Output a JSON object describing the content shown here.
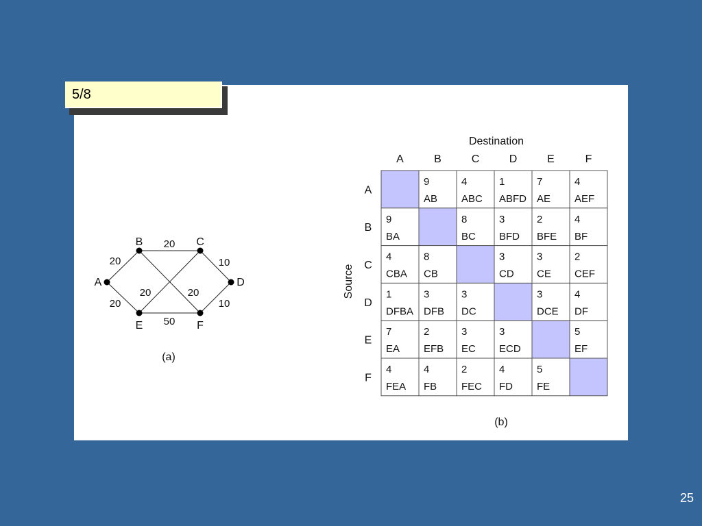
{
  "slide": {
    "label": "5/8",
    "page_number": "25",
    "colors": {
      "background": "#346699",
      "label_fill": "#ffffcc",
      "diagonal_fill": "#c4c4ff"
    }
  },
  "graph": {
    "caption": "(a)",
    "nodes": [
      "A",
      "B",
      "C",
      "D",
      "E",
      "F"
    ],
    "edges": [
      {
        "from": "A",
        "to": "B",
        "weight": "20"
      },
      {
        "from": "A",
        "to": "E",
        "weight": "20"
      },
      {
        "from": "B",
        "to": "C",
        "weight": "20"
      },
      {
        "from": "B",
        "to": "F",
        "weight": "20"
      },
      {
        "from": "E",
        "to": "C",
        "weight": "20"
      },
      {
        "from": "C",
        "to": "D",
        "weight": "10"
      },
      {
        "from": "F",
        "to": "D",
        "weight": "10"
      },
      {
        "from": "E",
        "to": "F",
        "weight": "50"
      }
    ]
  },
  "table": {
    "caption": "(b)",
    "title": "Destination",
    "row_axis_label": "Source",
    "columns": [
      "A",
      "B",
      "C",
      "D",
      "E",
      "F"
    ],
    "rows": [
      {
        "source": "A",
        "cells": [
          null,
          [
            "9",
            "AB"
          ],
          [
            "4",
            "ABC"
          ],
          [
            "1",
            "ABFD"
          ],
          [
            "7",
            "AE"
          ],
          [
            "4",
            "AEF"
          ]
        ]
      },
      {
        "source": "B",
        "cells": [
          [
            "9",
            "BA"
          ],
          null,
          [
            "8",
            "BC"
          ],
          [
            "3",
            "BFD"
          ],
          [
            "2",
            "BFE"
          ],
          [
            "4",
            "BF"
          ]
        ]
      },
      {
        "source": "C",
        "cells": [
          [
            "4",
            "CBA"
          ],
          [
            "8",
            "CB"
          ],
          null,
          [
            "3",
            "CD"
          ],
          [
            "3",
            "CE"
          ],
          [
            "2",
            "CEF"
          ]
        ]
      },
      {
        "source": "D",
        "cells": [
          [
            "1",
            "DFBA"
          ],
          [
            "3",
            "DFB"
          ],
          [
            "3",
            "DC"
          ],
          null,
          [
            "3",
            "DCE"
          ],
          [
            "4",
            "DF"
          ]
        ]
      },
      {
        "source": "E",
        "cells": [
          [
            "7",
            "EA"
          ],
          [
            "2",
            "EFB"
          ],
          [
            "3",
            "EC"
          ],
          [
            "3",
            "ECD"
          ],
          null,
          [
            "5",
            "EF"
          ]
        ]
      },
      {
        "source": "F",
        "cells": [
          [
            "4",
            "FEA"
          ],
          [
            "4",
            "FB"
          ],
          [
            "2",
            "FEC"
          ],
          [
            "4",
            "FD"
          ],
          [
            "5",
            "FE"
          ],
          null
        ]
      }
    ]
  }
}
